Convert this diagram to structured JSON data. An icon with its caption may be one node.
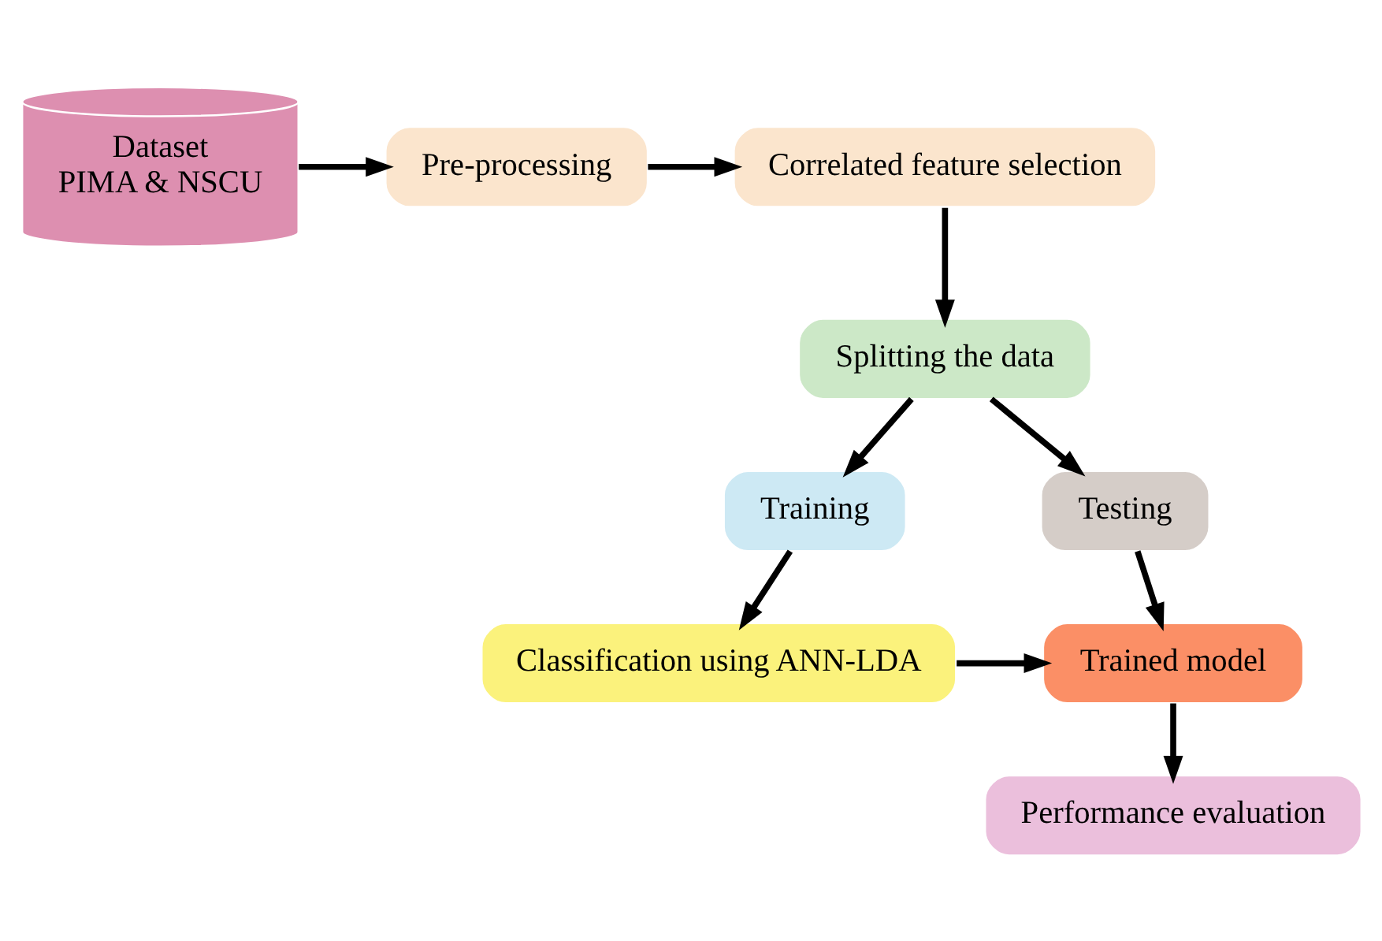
{
  "diagram": {
    "nodes": [
      {
        "text": [
          "Dataset",
          "PIMA & NSCU"
        ]
      },
      {
        "text": [
          "Pre-processing"
        ]
      },
      {
        "text": [
          "Correlated feature selection"
        ]
      },
      {
        "text": [
          "Splitting the data"
        ]
      },
      {
        "text": [
          "Training"
        ]
      },
      {
        "text": [
          "Testing"
        ]
      },
      {
        "text": [
          "Classification using ANN-LDA"
        ]
      },
      {
        "text": [
          "Trained model"
        ]
      },
      {
        "text": [
          "Performance evaluation"
        ]
      }
    ],
    "edges": [
      {
        "from": 0,
        "to": 1,
        "arrow": "to"
      },
      {
        "from": 1,
        "to": 2,
        "arrow": "to"
      },
      {
        "from": 2,
        "to": 3,
        "arrow": "to"
      },
      {
        "from": 3,
        "to": 4,
        "arrow": "to"
      },
      {
        "from": 3,
        "to": 5,
        "arrow": "to"
      },
      {
        "from": 4,
        "to": 6,
        "arrow": "to"
      },
      {
        "from": 5,
        "to": 7,
        "arrow": "to"
      },
      {
        "from": 6,
        "to": 7,
        "arrow": "to"
      },
      {
        "from": 7,
        "to": 8,
        "arrow": "to"
      }
    ]
  }
}
